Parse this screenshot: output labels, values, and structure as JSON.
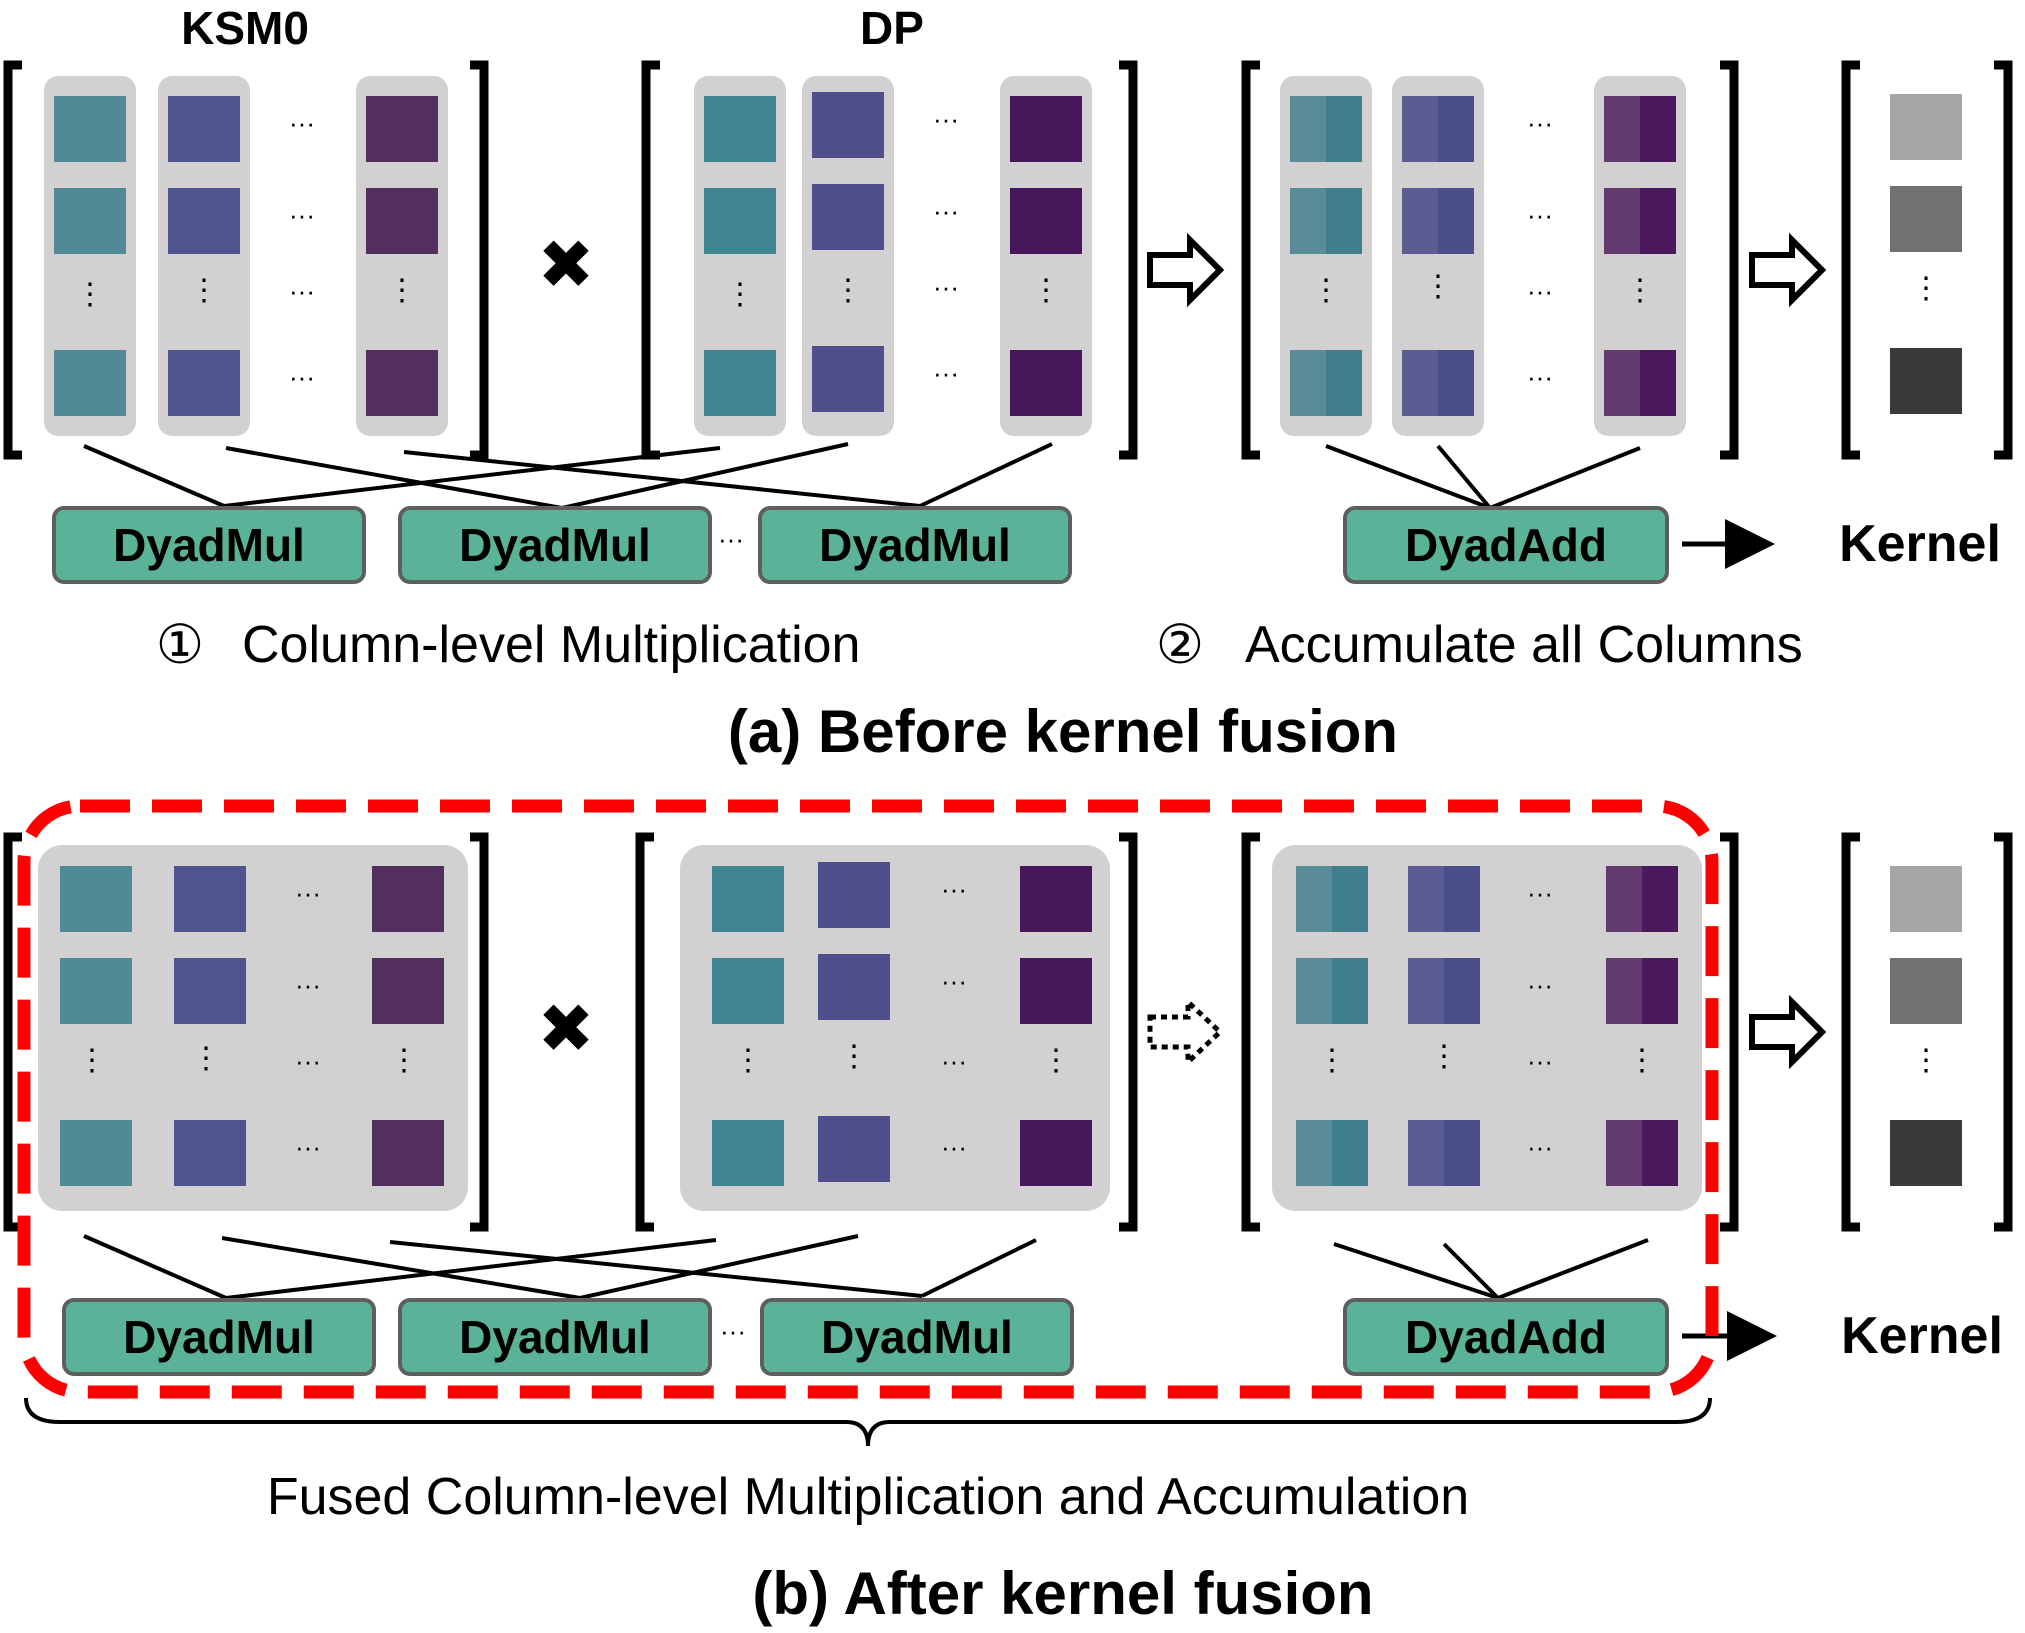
{
  "colors": {
    "teal": "#4f8a96",
    "blue": "#4e548f",
    "purple": "#522f5f",
    "teal_dp": "#3f8491",
    "blue_dp": "#4f4f8c",
    "purple_dp": "#46175b",
    "column_bg": "#d2d0d1",
    "op_box_fill": "#5ab398",
    "op_box_stroke": "#5d5f5f",
    "fusion_outline": "#ff0000",
    "result_light": "#a7a5a5",
    "result_mid": "#727070",
    "result_dark": "#3a3a3a"
  },
  "panel_a": {
    "label_ksm": "KSM0",
    "label_dp": "DP",
    "multiply_symbol": "✖",
    "ellipsis_h": "···",
    "ellipsis_v": "⋮",
    "op_mul": "DyadMul",
    "op_add": "DyadAdd",
    "kernel_label": "Kernel",
    "step1_marker": "①",
    "step1_label": "Column-level Multiplication",
    "step2_marker": "②",
    "step2_label": "Accumulate all Columns",
    "caption": "(a) Before kernel fusion"
  },
  "panel_b": {
    "multiply_symbol": "✖",
    "ellipsis_h": "···",
    "ellipsis_v": "⋮",
    "op_mul": "DyadMul",
    "op_add": "DyadAdd",
    "kernel_label": "Kernel",
    "brace_label": "Fused Column-level Multiplication and Accumulation",
    "caption": "(b) After kernel fusion"
  }
}
